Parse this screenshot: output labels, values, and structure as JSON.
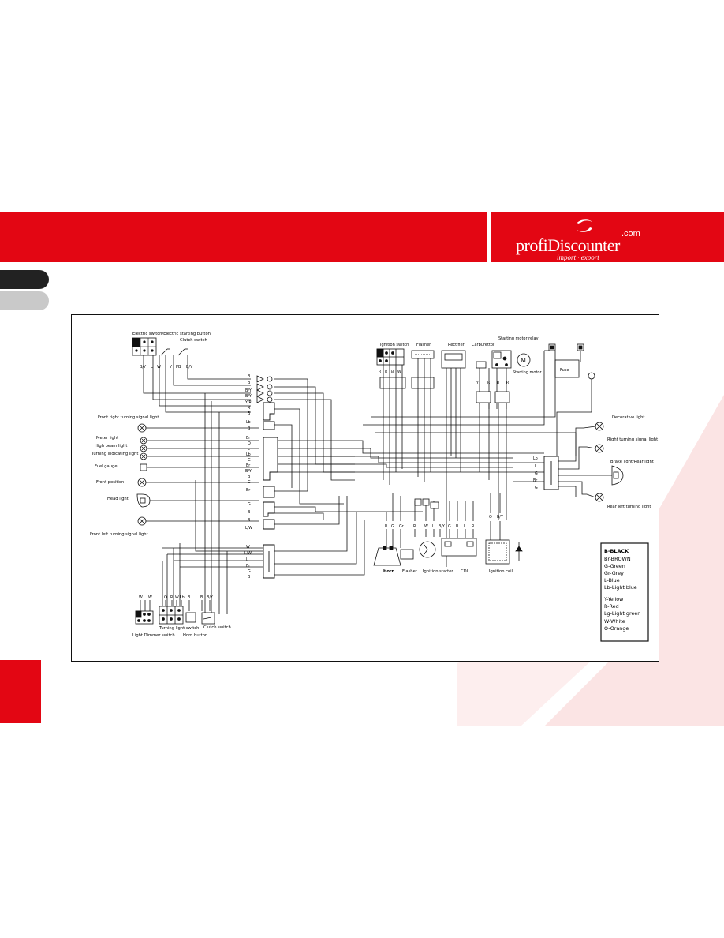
{
  "header": {
    "brand_name": "profiDiscounter",
    "brand_tld": ".com",
    "brand_tagline": "import · export",
    "colors": {
      "brand_red": "#e30613",
      "tab_dark": "#222222",
      "tab_grey": "#c9c9c9"
    }
  },
  "diagram": {
    "components": {
      "start_button": "Electric switch/Electric starting button",
      "clutch_switch_top": "Clutch switch",
      "front_right_turn": "Front right turning signal light",
      "meter_light": "Meter light",
      "high_beam": "High beam light",
      "turn_indicating": "Turning indicating light",
      "fuel_gauge": "Fuel gauge",
      "front_position": "Front position",
      "head_light": "Head light",
      "front_left_turn": "Front left turning signal light",
      "ignition_switch": "Ignition switch",
      "flasher": "Flasher",
      "rectifier": "Rectifier",
      "carburettor": "Carburettor",
      "starting_relay": "Starting motor relay",
      "starting_motor": "Starting motor",
      "fuse": "Fuse",
      "decorative_light": "Decorative light",
      "right_turn": "Right turning signal light",
      "brake_light": "Brake light/Rear light",
      "rear_left_turn": "Rear left turning light",
      "horn": "Horn",
      "flasher_ignition": "Flasher",
      "ignition_starter": "Ignition starter",
      "cdi": "CDI",
      "ignition_coil": "Ignition coil",
      "turning_light_switch": "Turning light switch",
      "dimmer_switch": "Light Dimmer switch",
      "horn_button": "Horn button",
      "clutch_switch_bottom": "Clutch switch"
    },
    "legend": [
      "B-BLACK",
      "Br-BROWN",
      "G-Green",
      "Gr-Grey",
      "L-Blue",
      "Lb-Light blue",
      "Y-Yellow",
      "R-Red",
      "Lg-Light green",
      "W-White",
      "O-Orange"
    ],
    "wire_codes": {
      "top_left": [
        "B/Y",
        "L",
        "W",
        "Y",
        "PB",
        "B/Y"
      ],
      "left_connector": [
        "B",
        "B",
        "B/Y",
        "B/Y",
        "Y/R",
        "R",
        "B",
        "Lb",
        "B",
        "Br",
        "O",
        "L",
        "Lb",
        "G",
        "Br",
        "B/Y",
        "B",
        "G",
        "Br",
        "L",
        "G",
        "B",
        "B",
        "L/W"
      ],
      "bottom_connector": [
        "W",
        "L/W",
        "L",
        "Br",
        "G",
        "B"
      ],
      "bottom_left": [
        "W",
        "L",
        "W",
        "O",
        "R",
        "W",
        "Lb",
        "B",
        "B",
        "B/Y"
      ],
      "ignition": [
        "R",
        "R",
        "B",
        "W"
      ],
      "right_connector": [
        "Lb",
        "L",
        "G",
        "Br",
        "G"
      ],
      "bottom_mid": [
        "R",
        "G",
        "Gr",
        "R",
        "W",
        "L",
        "B/Y",
        "G",
        "B",
        "L",
        "R",
        "O",
        "B/Y"
      ],
      "relay": [
        "Y",
        "R",
        "B",
        "R"
      ]
    }
  }
}
